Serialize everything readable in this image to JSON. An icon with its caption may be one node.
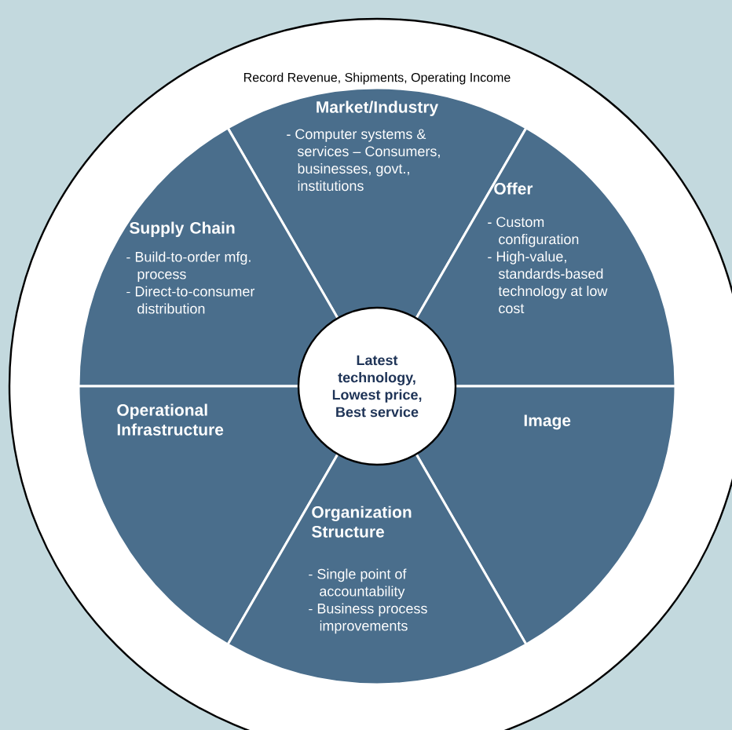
{
  "diagram": {
    "nodes": [
      {
        "text": [
          "Record Revenue, Shipments, Operating Income"
        ]
      },
      {
        "text": [
          "Market/Industry",
          "- Computer systems & services – Consumers, businesses, govt., institutions"
        ],
        "in": 0
      },
      {
        "text": [
          "Supply Chain",
          "- Build-to-order mfg. process",
          "- Direct-to-consumer distribution"
        ],
        "in": 0
      },
      {
        "text": [
          "Offer",
          "- Custom configuration",
          "- High-value, standards-based technology at low cost"
        ],
        "in": 0
      },
      {
        "text": [
          "Operational Infrastructure"
        ],
        "in": 0
      },
      {
        "text": [
          "Image"
        ],
        "in": 0
      },
      {
        "text": [
          "Organization Structure",
          "- Single point of accountability",
          "- Business process improvements"
        ],
        "in": 0
      },
      {
        "text": [
          "Latest technology, Lowest price, Best service"
        ],
        "in": 0
      }
    ]
  }
}
